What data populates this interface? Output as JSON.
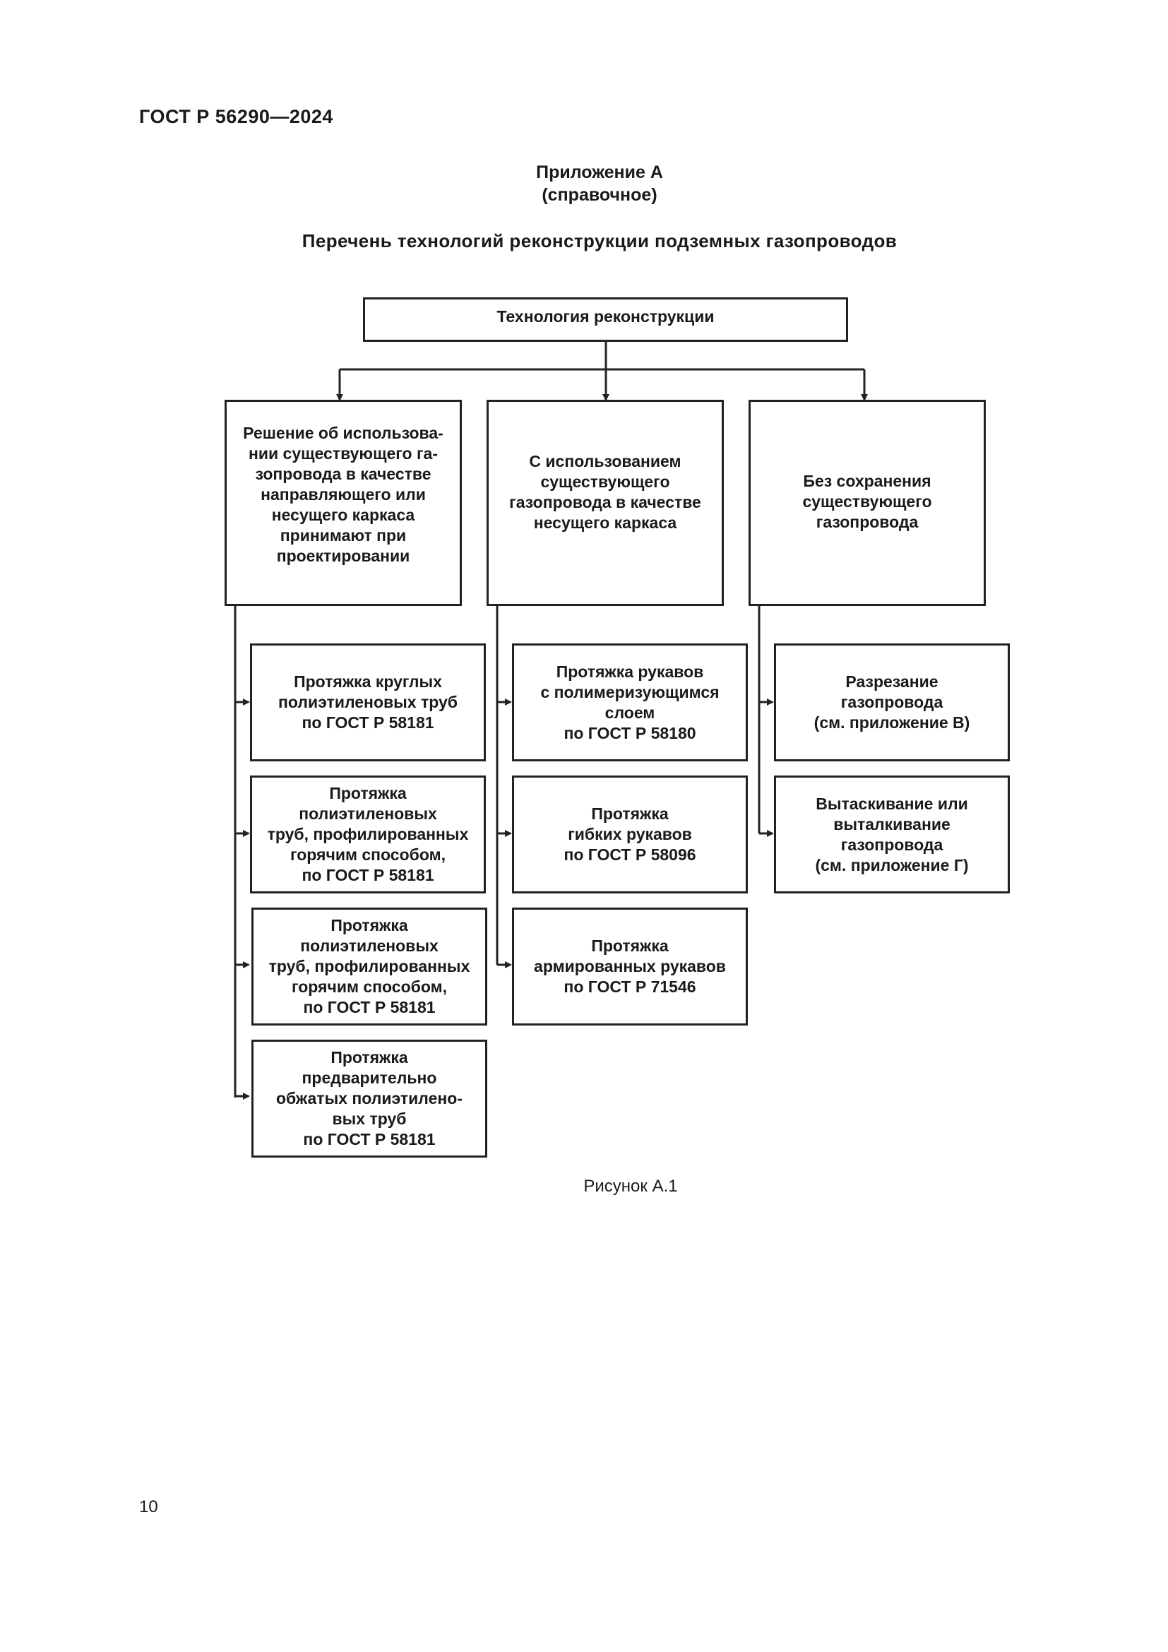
{
  "header": {
    "standard": "ГОСТ Р 56290—2024"
  },
  "appendix": {
    "title": "Приложение А",
    "note": "(справочное)"
  },
  "figure_title": "Перечень технологий реконструкции подземных газопроводов",
  "diagram": {
    "root": "Технология реконструкции",
    "categories": [
      {
        "label": "Решение об использова-\nнии существующего га-\nзопровода в качестве\nнаправляющего или\nнесущего каркаса\nпринимают при\nпроектировании",
        "children": [
          "Протяжка круглых\nполиэтиленовых труб\nпо ГОСТ Р 58181",
          "Протяжка\nполиэтиленовых\nтруб, профилированных\nгорячим способом,\nпо ГОСТ Р 58181",
          "Протяжка\nполиэтиленовых\nтруб, профилированных\nгорячим способом,\nпо ГОСТ Р 58181",
          "Протяжка\nпредварительно\nобжатых полиэтилено-\nвых труб\nпо ГОСТ Р 58181"
        ]
      },
      {
        "label": "С использованием\nсуществующего\nгазопровода в качестве\nнесущего каркаса",
        "children": [
          "Протяжка рукавов\nс полимеризующимся\nслоем\nпо ГОСТ Р 58180",
          "Протяжка\nгибких рукавов\nпо ГОСТ Р 58096",
          "Протяжка\nармированных рукавов\nпо ГОСТ Р 71546"
        ]
      },
      {
        "label": "Без сохранения\nсуществующего\nгазопровода",
        "children": [
          "Разрезание\nгазопровода\n(см. приложение В)",
          "Вытаскивание или\nвыталкивание\nгазопровода\n(см. приложение Г)"
        ]
      }
    ]
  },
  "figure_caption": "Рисунок А.1",
  "page_number": "10"
}
